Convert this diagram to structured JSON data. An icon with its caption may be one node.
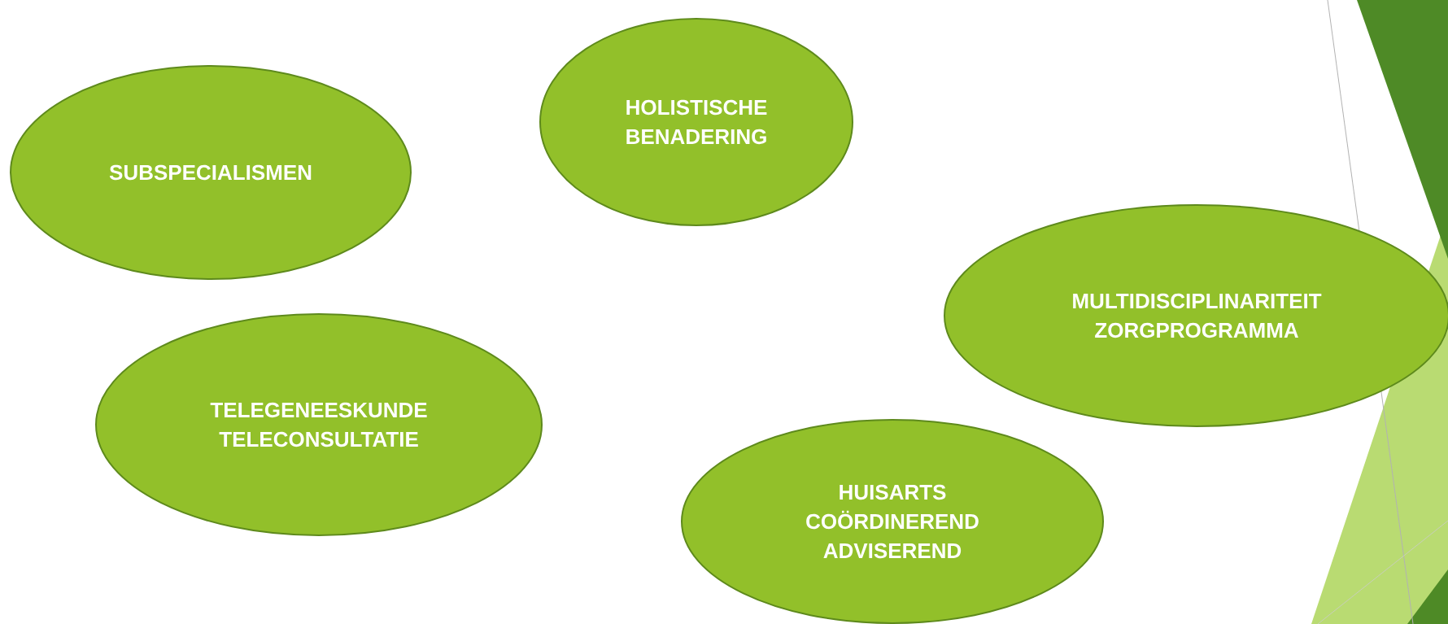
{
  "diagram": {
    "nodes": [
      {
        "text": [
          "SUBSPECIALISMEN"
        ]
      },
      {
        "text": [
          "HOLISTISCHE BENADERING"
        ]
      },
      {
        "text": [
          "MULTIDISCIPLINARITEIT",
          "ZORGPROGRAMMA"
        ]
      },
      {
        "text": [
          "TELEGENEESKUNDE",
          "TELECONSULTATIE"
        ]
      },
      {
        "text": [
          "HUISARTS",
          "COÖRDINEREND",
          "ADVISEREND"
        ]
      }
    ]
  }
}
